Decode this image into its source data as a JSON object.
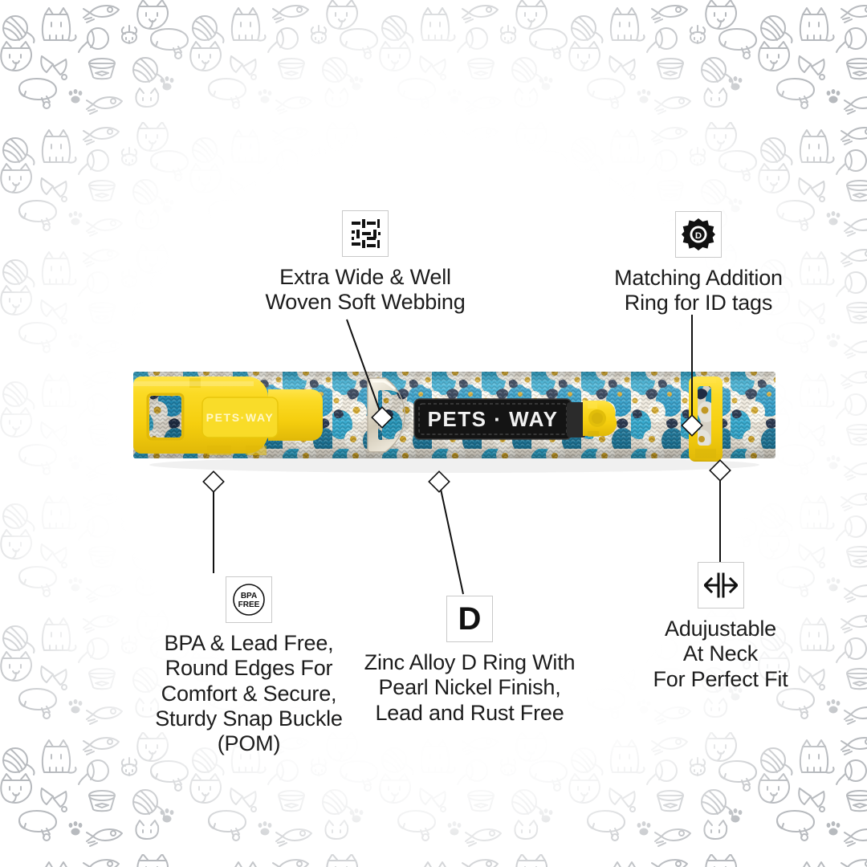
{
  "page": {
    "type": "product-feature-infographic",
    "product_brand": "PETS · WAY",
    "product_category": "pet collar",
    "background_motif": "cat doodle pattern",
    "background_line_color": "#b3b6bb",
    "page_background": "#ffffff"
  },
  "product": {
    "brand_buckle_text": "PETS·WAY",
    "brand_label_text": "PETS · WAY",
    "hardware_color": "#F7D618",
    "hardware_color_dark": "#E2BE0A",
    "dring_color": "#DCD6C6",
    "label_patch_color": "#141414",
    "webbing_colors": {
      "base": "#EFE9DC",
      "teal": "#27A7CF",
      "teal_dark": "#15769B",
      "navy": "#1B2A44",
      "gold": "#D7A821",
      "cream": "#FFFDF4"
    }
  },
  "callouts": [
    {
      "id": "webbing",
      "icon": "woven-webbing-icon",
      "text": "Extra Wide & Well\nWoven Soft Webbing"
    },
    {
      "id": "id-ring",
      "icon": "d-ring-badge-icon",
      "text": "Matching Addition\nRing for ID tags"
    },
    {
      "id": "bpa",
      "icon": "bpa-free-icon",
      "icon_text_line1": "BPA",
      "icon_text_line2": "FREE",
      "text": "BPA & Lead Free,\nRound Edges For\nComfort & Secure,\nSturdy Snap Buckle\n(POM)"
    },
    {
      "id": "d-ring",
      "icon": "letter-d-icon",
      "icon_text": "D",
      "text": "Zinc Alloy D Ring With\nPearl Nickel Finish,\nLead and Rust Free"
    },
    {
      "id": "adjustable",
      "icon": "adjust-width-arrows-icon",
      "text": "Adujustable\nAt Neck\nFor Perfect Fit"
    }
  ],
  "markers": {
    "style": "white-diamond",
    "count": 5,
    "leader_line_color": "#111111"
  }
}
